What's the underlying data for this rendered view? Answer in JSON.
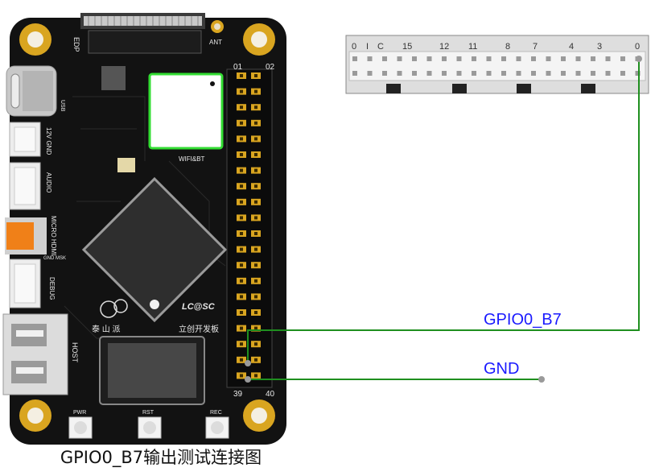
{
  "caption": "GPIO0_B7输出测试连接图",
  "wires": {
    "signal_label": "GPIO0_B7",
    "ground_label": "GND",
    "color": "#1f8f1f"
  },
  "board": {
    "connector_labels": {
      "edp": "EDP",
      "ant": "ANT",
      "usb": "USB",
      "gnd_12v": "12V GND",
      "audio": "AUDIO",
      "micro_hdmi": "MICRO HDMI",
      "gnd_msk": "GND MSK",
      "debug": "DEBUG",
      "host": "HOST",
      "wifi": "WIFI&BT"
    },
    "header_pins": {
      "top_left": "01",
      "top_right": "02",
      "bottom_left": "39",
      "bottom_right": "40"
    },
    "buttons": {
      "pwr": "PWR",
      "rst": "RST",
      "rec": "REC"
    },
    "logo_text": "泰 山 派",
    "brand": "LC@SC",
    "brand_sub": "立创开发板",
    "colors": {
      "pcb": "#121212",
      "gold": "#d9a520",
      "module_border": "#33dd33",
      "usb_c": "#c8c8c8",
      "hdmi_orange": "#f08018"
    }
  },
  "analyzer": {
    "pin_labels": [
      "0",
      "I",
      "C",
      "15",
      "12",
      "11",
      "8",
      "7",
      "4",
      "3",
      "0"
    ]
  },
  "icons": [
    "mount-hole-icon",
    "chip-icon",
    "usb-c-icon",
    "usb-a-icon",
    "hdmi-icon"
  ]
}
